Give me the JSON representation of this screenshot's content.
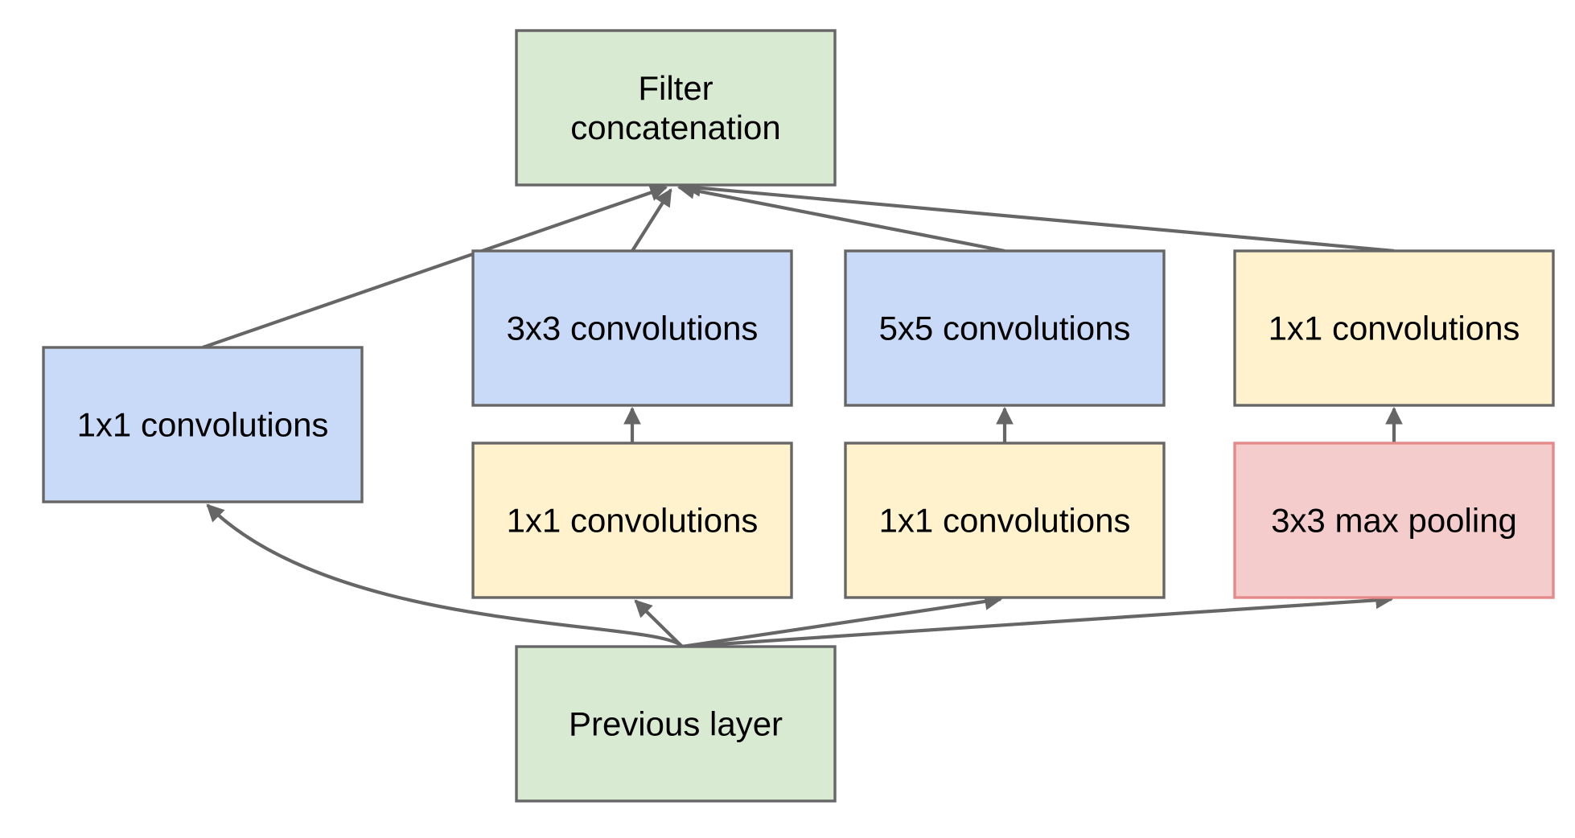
{
  "colors": {
    "green": "#d9ead3",
    "blue": "#c9daf8",
    "yellow": "#fff2cc",
    "red": "#f4cccc",
    "stroke": "#666666",
    "pool_stroke": "#e58a8a"
  },
  "nodes": {
    "filter_concat": {
      "lines": [
        "Filter",
        "concatenation"
      ],
      "color": "green"
    },
    "conv1x1_left": {
      "lines": [
        "1x1 convolutions"
      ],
      "color": "blue"
    },
    "conv3x3": {
      "lines": [
        "3x3 convolutions"
      ],
      "color": "blue"
    },
    "conv5x5": {
      "lines": [
        "5x5 convolutions"
      ],
      "color": "blue"
    },
    "conv1x1_pool_proj": {
      "lines": [
        "1x1 convolutions"
      ],
      "color": "yellow"
    },
    "conv1x1_reduce_3x3": {
      "lines": [
        "1x1 convolutions"
      ],
      "color": "yellow"
    },
    "conv1x1_reduce_5x5": {
      "lines": [
        "1x1 convolutions"
      ],
      "color": "yellow"
    },
    "maxpool3x3": {
      "lines": [
        "3x3 max pooling"
      ],
      "color": "red"
    },
    "previous_layer": {
      "lines": [
        "Previous layer"
      ],
      "color": "green"
    }
  },
  "edges": [
    {
      "from": "previous_layer",
      "to": "conv1x1_left"
    },
    {
      "from": "previous_layer",
      "to": "conv1x1_reduce_3x3"
    },
    {
      "from": "previous_layer",
      "to": "conv1x1_reduce_5x5"
    },
    {
      "from": "previous_layer",
      "to": "maxpool3x3"
    },
    {
      "from": "conv1x1_reduce_3x3",
      "to": "conv3x3"
    },
    {
      "from": "conv1x1_reduce_5x5",
      "to": "conv5x5"
    },
    {
      "from": "maxpool3x3",
      "to": "conv1x1_pool_proj"
    },
    {
      "from": "conv1x1_left",
      "to": "filter_concat"
    },
    {
      "from": "conv3x3",
      "to": "filter_concat"
    },
    {
      "from": "conv5x5",
      "to": "filter_concat"
    },
    {
      "from": "conv1x1_pool_proj",
      "to": "filter_concat"
    }
  ]
}
